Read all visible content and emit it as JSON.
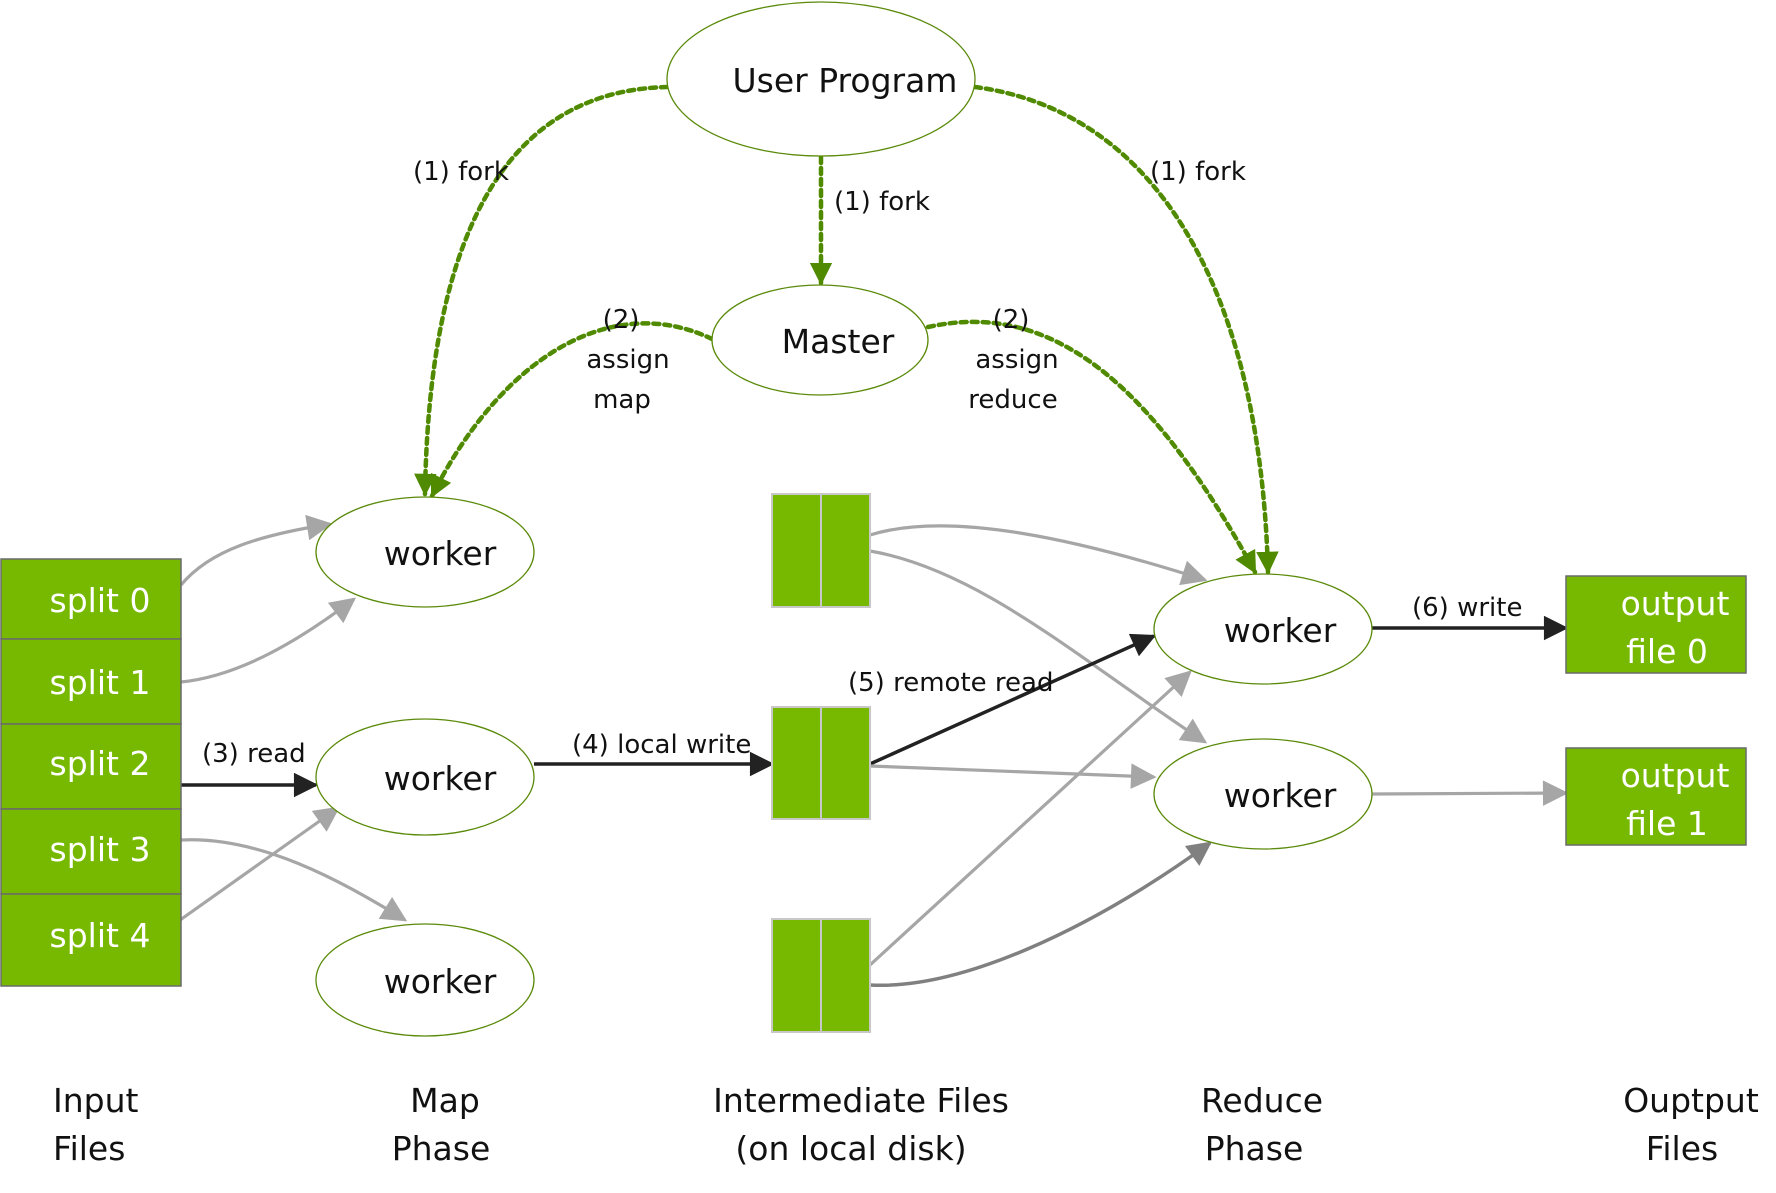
{
  "colors": {
    "control_green": "#4f8a00",
    "box_green": "#76b900",
    "node_stroke": "#5a8a0a",
    "active_arrow": "#222222",
    "inactive_arrow": "#a6a6a6",
    "box_text": "#ffffff"
  },
  "nodes": {
    "user_program": "User Program",
    "master": "Master",
    "map_workers": [
      "worker",
      "worker",
      "worker"
    ],
    "reduce_workers": [
      "worker",
      "worker"
    ]
  },
  "input_splits": [
    "split 0",
    "split 1",
    "split 2",
    "split 3",
    "split 4"
  ],
  "output_files": [
    {
      "line1": "output",
      "line2": "file 0"
    },
    {
      "line1": "output",
      "line2": "file 1"
    }
  ],
  "edge_labels": {
    "fork_left": "(1) fork",
    "fork_center": "(1) fork",
    "fork_right": "(1) fork",
    "assign_map": [
      "(2)",
      "assign",
      "map"
    ],
    "assign_reduce": [
      "(2)",
      "assign",
      "reduce"
    ],
    "read": "(3) read",
    "local_write": "(4) local write",
    "remote_read": "(5) remote read",
    "write": "(6) write"
  },
  "phase_labels": [
    {
      "line1": "Input",
      "line2": "Files"
    },
    {
      "line1": "Map",
      "line2": "Phase"
    },
    {
      "line1": "Intermediate Files",
      "line2": "(on local disk)"
    },
    {
      "line1": "Reduce",
      "line2": "Phase"
    },
    {
      "line1": "Ouptput",
      "line2": "Files"
    }
  ]
}
